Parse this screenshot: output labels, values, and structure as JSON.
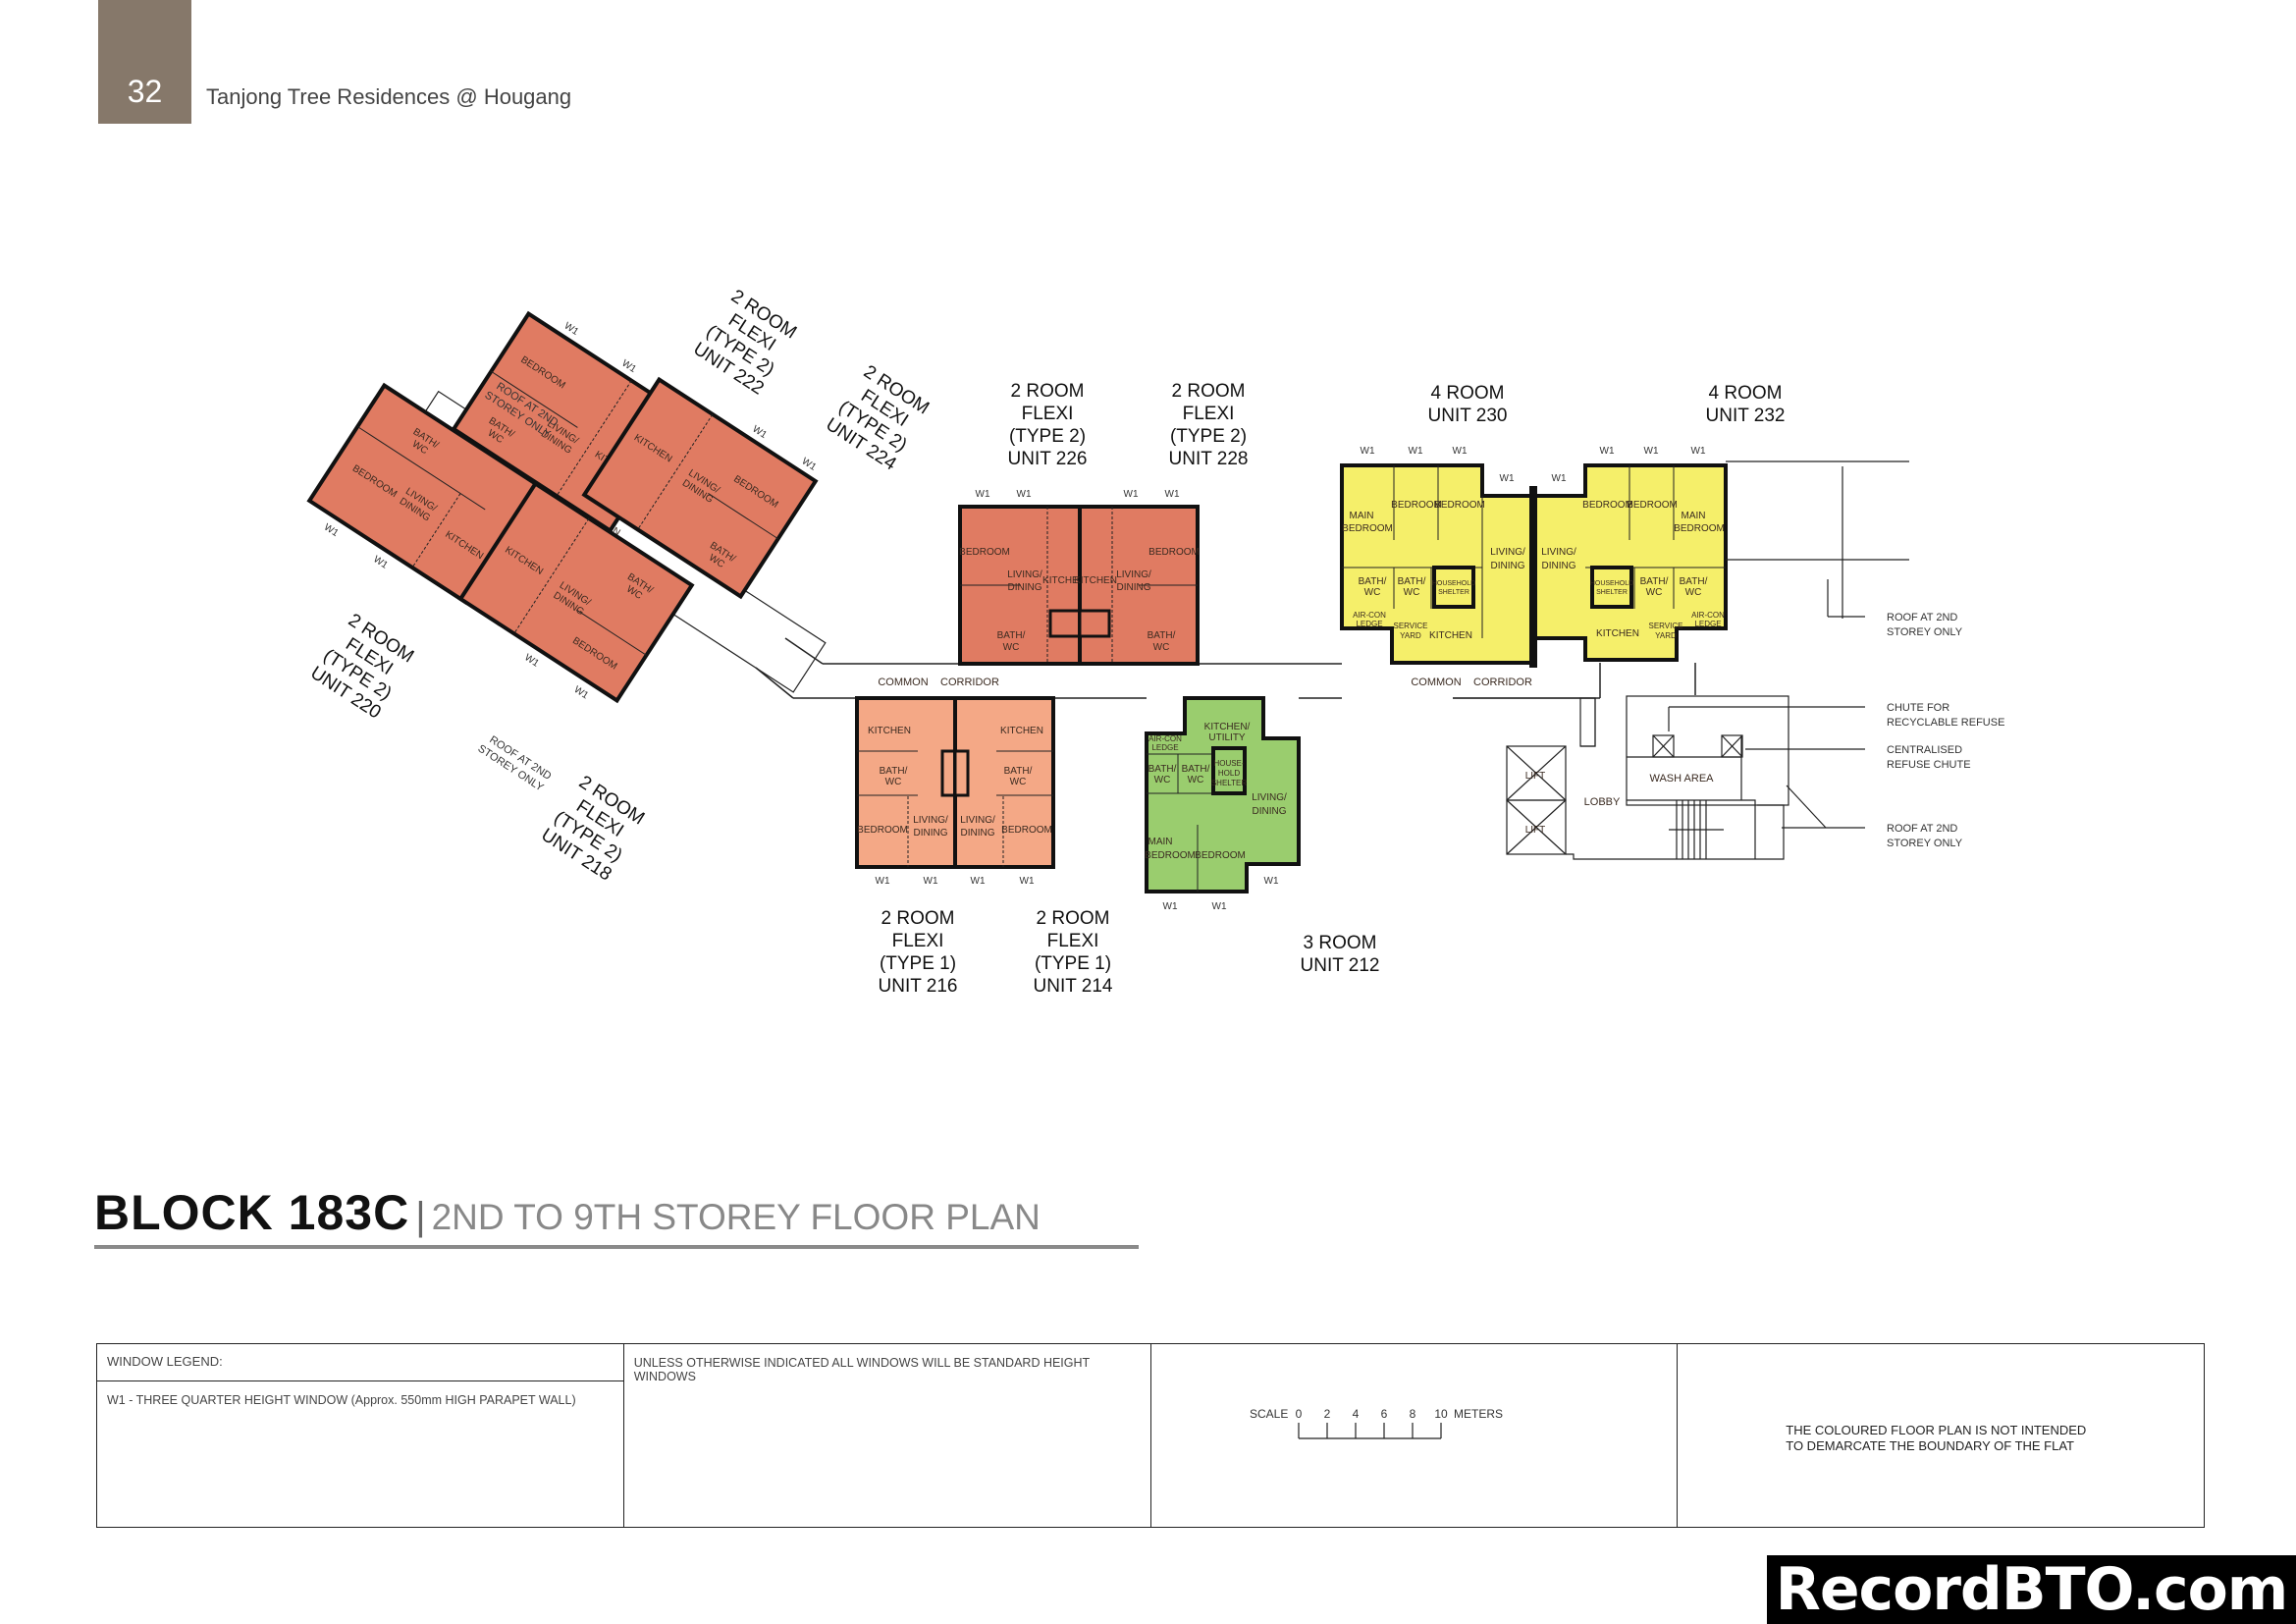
{
  "header": {
    "page_number": "32",
    "title": "Tanjong Tree Residences @ Hougang"
  },
  "heading": {
    "block": "BLOCK 183C",
    "separator": "|",
    "subtitle": "2ND TO 9TH STOREY FLOOR PLAN"
  },
  "colors": {
    "header_box": "#86786A",
    "two_room_type2": "#E07B62",
    "two_room_type1": "#F4A886",
    "three_room": "#9ACD6E",
    "four_room": "#F5EF6A"
  },
  "units": {
    "u222": {
      "l1": "2 ROOM",
      "l2": "FLEXI",
      "l3": "(TYPE 2)",
      "l4": "UNIT 222"
    },
    "u224": {
      "l1": "2 ROOM",
      "l2": "FLEXI",
      "l3": "(TYPE 2)",
      "l4": "UNIT 224"
    },
    "u220": {
      "l1": "2 ROOM",
      "l2": "FLEXI",
      "l3": "(TYPE 2)",
      "l4": "UNIT 220"
    },
    "u218": {
      "l1": "2 ROOM",
      "l2": "FLEXI",
      "l3": "(TYPE 2)",
      "l4": "UNIT 218"
    },
    "u226": {
      "l1": "2 ROOM",
      "l2": "FLEXI",
      "l3": "(TYPE 2)",
      "l4": "UNIT 226"
    },
    "u228": {
      "l1": "2 ROOM",
      "l2": "FLEXI",
      "l3": "(TYPE 2)",
      "l4": "UNIT 228"
    },
    "u230": {
      "l1": "4 ROOM",
      "l2": "UNIT 230"
    },
    "u232": {
      "l1": "4 ROOM",
      "l2": "UNIT 232"
    },
    "u216": {
      "l1": "2 ROOM",
      "l2": "FLEXI",
      "l3": "(TYPE 1)",
      "l4": "UNIT 216"
    },
    "u214": {
      "l1": "2 ROOM",
      "l2": "FLEXI",
      "l3": "(TYPE 1)",
      "l4": "UNIT 214"
    },
    "u212": {
      "l1": "3 ROOM",
      "l2": "UNIT 212"
    }
  },
  "rooms": {
    "bedroom": "BEDROOM",
    "main": "MAIN",
    "living": "LIVING/",
    "dining": "DINING",
    "kitchen": "KITCHEN",
    "kitchen_utility_1": "KITCHEN/",
    "kitchen_utility_2": "UTILITY",
    "bath": "BATH/",
    "wc": "WC",
    "household": "HOUSEHOLD",
    "shelter": "SHELTER",
    "house": "HOUSE-",
    "hold": "HOLD",
    "aircon": "AIR-CON",
    "ledge": "LEDGE",
    "service": "SERVICE",
    "yard": "YARD",
    "w1": "W1",
    "common": "COMMON",
    "corridor": "CORRIDOR",
    "lobby": "LOBBY",
    "lift": "LIFT",
    "wash_area": "WASH AREA"
  },
  "annotations": {
    "roof_1": "ROOF AT 2ND",
    "roof_2": "STOREY ONLY",
    "chute_1": "CHUTE FOR",
    "chute_2": "RECYCLABLE REFUSE",
    "central_1": "CENTRALISED",
    "central_2": "REFUSE CHUTE"
  },
  "legend": {
    "window_legend_title": "WINDOW LEGEND:",
    "w1_desc": "W1 - THREE QUARTER HEIGHT WINDOW (Approx. 550mm HIGH PARAPET WALL)",
    "standard_note": "UNLESS OTHERWISE INDICATED ALL WINDOWS WILL BE STANDARD HEIGHT WINDOWS",
    "scale_label": "SCALE",
    "scale_ticks": [
      "0",
      "2",
      "4",
      "6",
      "8",
      "10"
    ],
    "scale_unit": "METERS",
    "disclaimer_1": "THE COLOURED FLOOR PLAN IS NOT INTENDED",
    "disclaimer_2": "TO DEMARCATE THE BOUNDARY OF THE FLAT"
  },
  "watermark": "RecordBTO.com"
}
